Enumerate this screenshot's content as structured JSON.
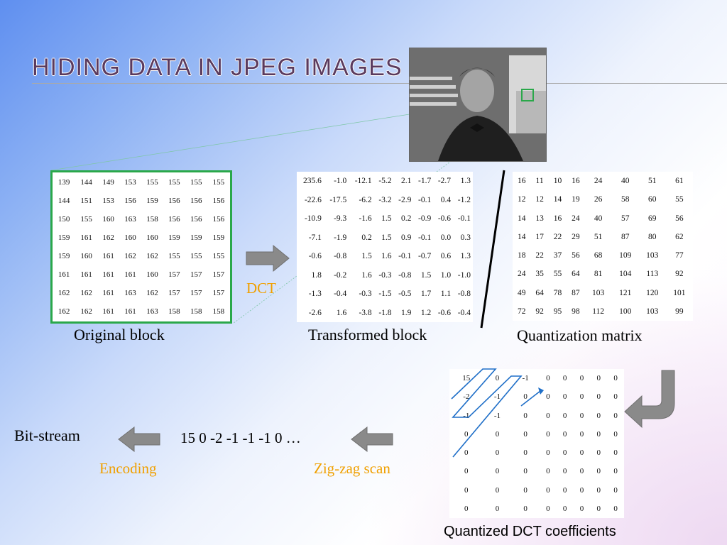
{
  "title": "Hiding Data in JPEG Images",
  "labels": {
    "original": "Original block",
    "transformed": "Transformed block",
    "quantization": "Quantization matrix",
    "quantized": "Quantized DCT coefficients",
    "dct": "DCT",
    "zigzag": "Zig-zag scan",
    "encoding": "Encoding",
    "bitstream": "Bit-stream",
    "sequence": "15 0 -2 -1 -1 -1 0 …"
  },
  "original_block": [
    [
      "139",
      "144",
      "149",
      "153",
      "155",
      "155",
      "155",
      "155"
    ],
    [
      "144",
      "151",
      "153",
      "156",
      "159",
      "156",
      "156",
      "156"
    ],
    [
      "150",
      "155",
      "160",
      "163",
      "158",
      "156",
      "156",
      "156"
    ],
    [
      "159",
      "161",
      "162",
      "160",
      "160",
      "159",
      "159",
      "159"
    ],
    [
      "159",
      "160",
      "161",
      "162",
      "162",
      "155",
      "155",
      "155"
    ],
    [
      "161",
      "161",
      "161",
      "161",
      "160",
      "157",
      "157",
      "157"
    ],
    [
      "162",
      "162",
      "161",
      "163",
      "162",
      "157",
      "157",
      "157"
    ],
    [
      "162",
      "162",
      "161",
      "161",
      "163",
      "158",
      "158",
      "158"
    ]
  ],
  "transformed_block": [
    [
      "235.6",
      "-1.0",
      "-12.1",
      "-5.2",
      "2.1",
      "-1.7",
      "-2.7",
      "1.3"
    ],
    [
      "-22.6",
      "-17.5",
      "-6.2",
      "-3.2",
      "-2.9",
      "-0.1",
      "0.4",
      "-1.2"
    ],
    [
      "-10.9",
      "-9.3",
      "-1.6",
      "1.5",
      "0.2",
      "-0.9",
      "-0.6",
      "-0.1"
    ],
    [
      "-7.1",
      "-1.9",
      "0.2",
      "1.5",
      "0.9",
      "-0.1",
      "0.0",
      "0.3"
    ],
    [
      "-0.6",
      "-0.8",
      "1.5",
      "1.6",
      "-0.1",
      "-0.7",
      "0.6",
      "1.3"
    ],
    [
      "1.8",
      "-0.2",
      "1.6",
      "-0.3",
      "-0.8",
      "1.5",
      "1.0",
      "-1.0"
    ],
    [
      "-1.3",
      "-0.4",
      "-0.3",
      "-1.5",
      "-0.5",
      "1.7",
      "1.1",
      "-0.8"
    ],
    [
      "-2.6",
      "1.6",
      "-3.8",
      "-1.8",
      "1.9",
      "1.2",
      "-0.6",
      "-0.4"
    ]
  ],
  "quantization_matrix": [
    [
      "16",
      "11",
      "10",
      "16",
      "24",
      "40",
      "51",
      "61"
    ],
    [
      "12",
      "12",
      "14",
      "19",
      "26",
      "58",
      "60",
      "55"
    ],
    [
      "14",
      "13",
      "16",
      "24",
      "40",
      "57",
      "69",
      "56"
    ],
    [
      "14",
      "17",
      "22",
      "29",
      "51",
      "87",
      "80",
      "62"
    ],
    [
      "18",
      "22",
      "37",
      "56",
      "68",
      "109",
      "103",
      "77"
    ],
    [
      "24",
      "35",
      "55",
      "64",
      "81",
      "104",
      "113",
      "92"
    ],
    [
      "49",
      "64",
      "78",
      "87",
      "103",
      "121",
      "120",
      "101"
    ],
    [
      "72",
      "92",
      "95",
      "98",
      "112",
      "100",
      "103",
      "99"
    ]
  ],
  "quantized_coefficients": [
    [
      "15",
      "0",
      "-1",
      "0",
      "0",
      "0",
      "0",
      "0"
    ],
    [
      "-2",
      "-1",
      "0",
      "0",
      "0",
      "0",
      "0",
      "0"
    ],
    [
      "-1",
      "-1",
      "0",
      "0",
      "0",
      "0",
      "0",
      "0"
    ],
    [
      "0",
      "0",
      "0",
      "0",
      "0",
      "0",
      "0",
      "0"
    ],
    [
      "0",
      "0",
      "0",
      "0",
      "0",
      "0",
      "0",
      "0"
    ],
    [
      "0",
      "0",
      "0",
      "0",
      "0",
      "0",
      "0",
      "0"
    ],
    [
      "0",
      "0",
      "0",
      "0",
      "0",
      "0",
      "0",
      "0"
    ],
    [
      "0",
      "0",
      "0",
      "0",
      "0",
      "0",
      "0",
      "0"
    ]
  ],
  "colors": {
    "title": "#5a3a5e",
    "green_box": "#2aa84a",
    "orange_text": "#f0a000",
    "arrow_fill": "#8a8a8a",
    "zigzag": "#1f6fc8"
  }
}
